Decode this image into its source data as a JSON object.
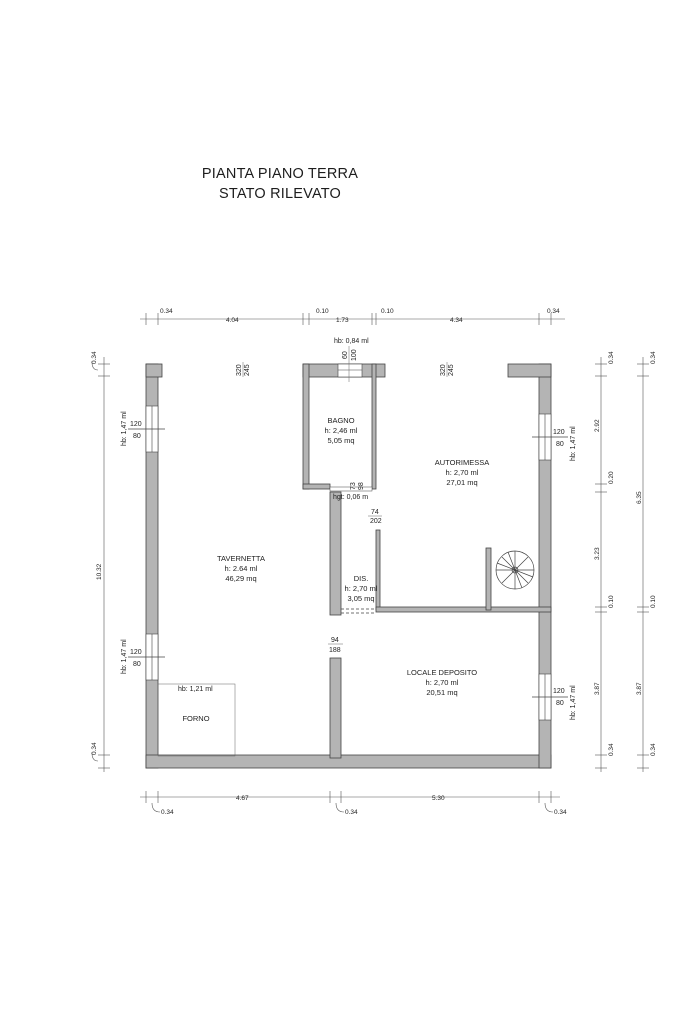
{
  "title": {
    "line1": "PIANTA PIANO TERRA",
    "line2": "STATO RILEVATO"
  },
  "rooms": {
    "tavernetta": {
      "name": "TAVERNETTA",
      "height": "h: 2.64 ml",
      "area": "46,29 mq"
    },
    "bagno": {
      "name": "BAGNO",
      "height": "h: 2,46 ml",
      "area": "5,05 mq"
    },
    "autorimessa": {
      "name": "AUTORIMESSA",
      "height": "h: 2,70 ml",
      "area": "27,01 mq"
    },
    "dis": {
      "name": "DIS.",
      "height": "h: 2,70 ml",
      "area": "3,05 mq"
    },
    "locale_deposito": {
      "name": "LOCALE DEPOSITO",
      "height": "h: 2,70 ml",
      "area": "20,51 mq"
    },
    "forno": {
      "name": "FORNO",
      "height": "hb: 1,21 ml"
    }
  },
  "dimensions": {
    "top": [
      "0.34",
      "4.04",
      "0.10",
      "1.73",
      "0.10",
      "4.34",
      "0.34"
    ],
    "bottom": [
      "0.34",
      "4.67",
      "0.34",
      "5.30",
      "0.34"
    ],
    "left_total": "10.32",
    "left_end_top": "0.34",
    "left_end_bottom": "0.34",
    "right_inner": [
      "0.34",
      "2.92",
      "0.20",
      "3.23",
      "0.10",
      "3.87",
      "0.34"
    ],
    "right_outer": [
      "0.34",
      "6.35",
      "0.10",
      "3.87",
      "0.34"
    ]
  },
  "openings": {
    "top_left_h": "320",
    "top_left_w": "245",
    "top_right_h": "320",
    "top_right_w": "245",
    "bagno_window_hb": "hb: 0,84 ml",
    "bagno_window_a": "60",
    "bagno_window_b": "100",
    "bagno_door_a": "73",
    "bagno_door_b": "98",
    "bagno_hgt": "hgt: 0,06 m",
    "dis_door_a": "74",
    "dis_door_b": "202",
    "tav_door_a": "94",
    "tav_door_b": "188",
    "window_w": "120",
    "window_h": "80",
    "window_hb": "hb: 1,47 ml"
  }
}
